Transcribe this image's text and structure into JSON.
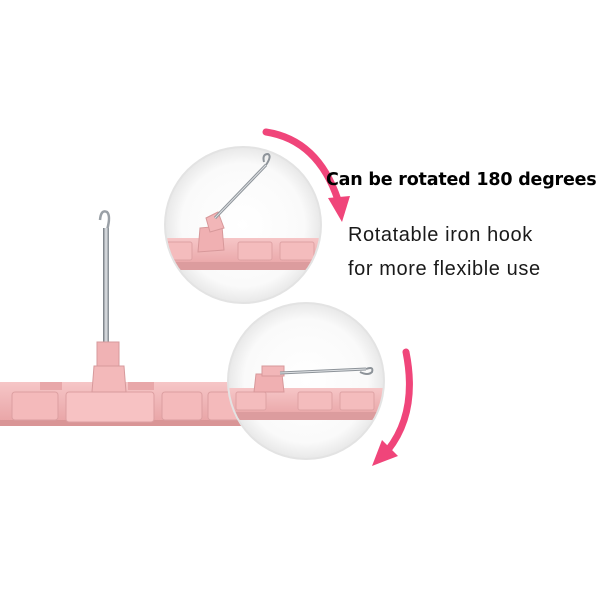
{
  "headline": "Can be rotated 180 degrees",
  "description": {
    "line1": "Rotatable iron hook",
    "line2": "for more flexible use"
  },
  "colors": {
    "plastic": "#f2b6b8",
    "plastic_shadow": "#d99596",
    "arrow": "#f0457a",
    "metal": "#9aa0a6"
  }
}
